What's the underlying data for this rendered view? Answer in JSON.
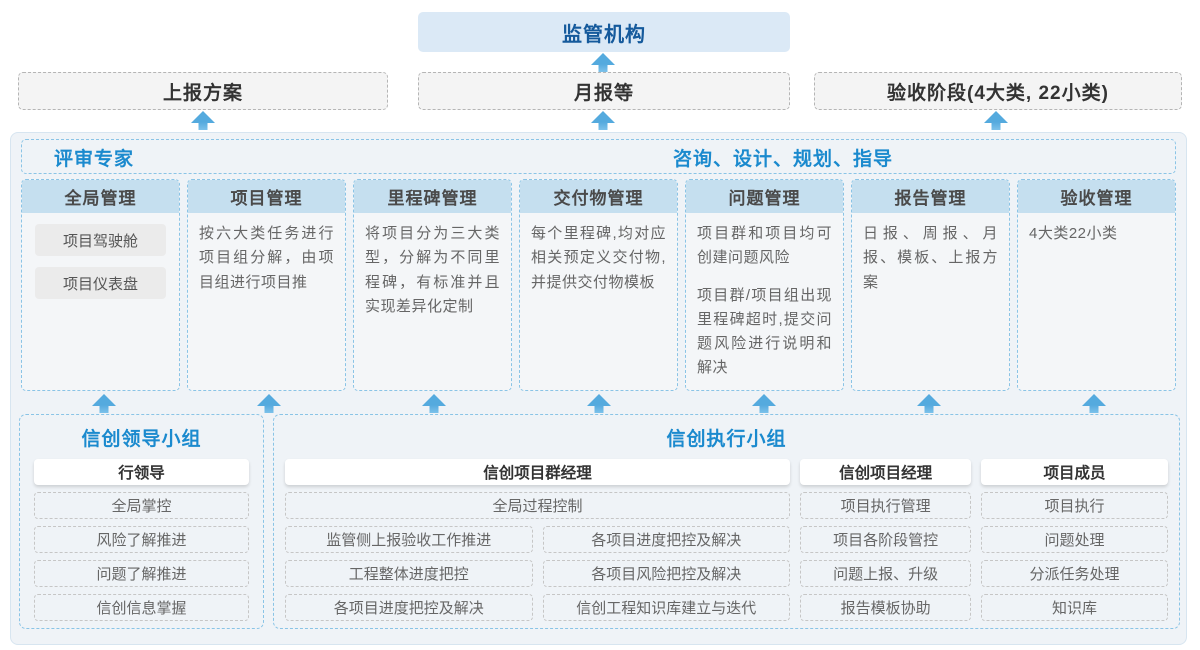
{
  "top": {
    "regulator": "监管机构"
  },
  "reports_row": [
    "上报方案",
    "月报等",
    "验收阶段(4大类, 22小类)"
  ],
  "experts_bar": {
    "left": "评审专家",
    "right": "咨询、设计、规划、指导"
  },
  "modules": [
    {
      "title": "全局管理",
      "boxes": [
        "项目驾驶舱",
        "项目仪表盘"
      ]
    },
    {
      "title": "项目管理",
      "paragraphs": [
        "按六大类任务进行项目组分解，由项目组进行项目推"
      ]
    },
    {
      "title": "里程碑管理",
      "paragraphs": [
        "将项目分为三大类型，分解为不同里程碑，有标准并且实现差异化定制"
      ]
    },
    {
      "title": "交付物管理",
      "paragraphs": [
        "每个里程碑,均对应相关预定义交付物,并提供交付物模板"
      ]
    },
    {
      "title": "问题管理",
      "paragraphs": [
        "项目群和项目均可创建问题风险",
        "项目群/项目组出现里程碑超时,提交问题风险进行说明和解决"
      ]
    },
    {
      "title": "报告管理",
      "paragraphs": [
        "日报、周报、月报、模板、上报方案"
      ]
    },
    {
      "title": "验收管理",
      "paragraphs": [
        "4大类22小类"
      ]
    }
  ],
  "leader_group": {
    "title": "信创领导小组",
    "role": "行领导",
    "items": [
      "全局掌控",
      "风险了解推进",
      "问题了解推进",
      "信创信息掌握"
    ]
  },
  "exec_group": {
    "title": "信创执行小组",
    "program_manager": {
      "role": "信创项目群经理",
      "span_item": "全局过程控制",
      "rows": [
        [
          "监管侧上报验收工作推进",
          "各项目进度把控及解决"
        ],
        [
          "工程整体进度把控",
          "各项目风险把控及解决"
        ],
        [
          "各项目进度把控及解决",
          "信创工程知识库建立与迭代"
        ]
      ]
    },
    "project_manager": {
      "role": "信创项目经理",
      "items": [
        "项目执行管理",
        "项目各阶段管控",
        "问题上报、升级",
        "报告模板协助"
      ]
    },
    "member": {
      "role": "项目成员",
      "items": [
        "项目执行",
        "问题处理",
        "分派任务处理",
        "知识库"
      ]
    }
  },
  "colors": {
    "accent_blue_text": "#1b8ace",
    "regulator_bg": "#dbe9f6",
    "regulator_text": "#155a9c",
    "module_header_bg": "#c5dfef",
    "panel_bg": "#eff3f7",
    "blue_dash_border": "#8ac4e6",
    "arrow": "#54aade"
  }
}
